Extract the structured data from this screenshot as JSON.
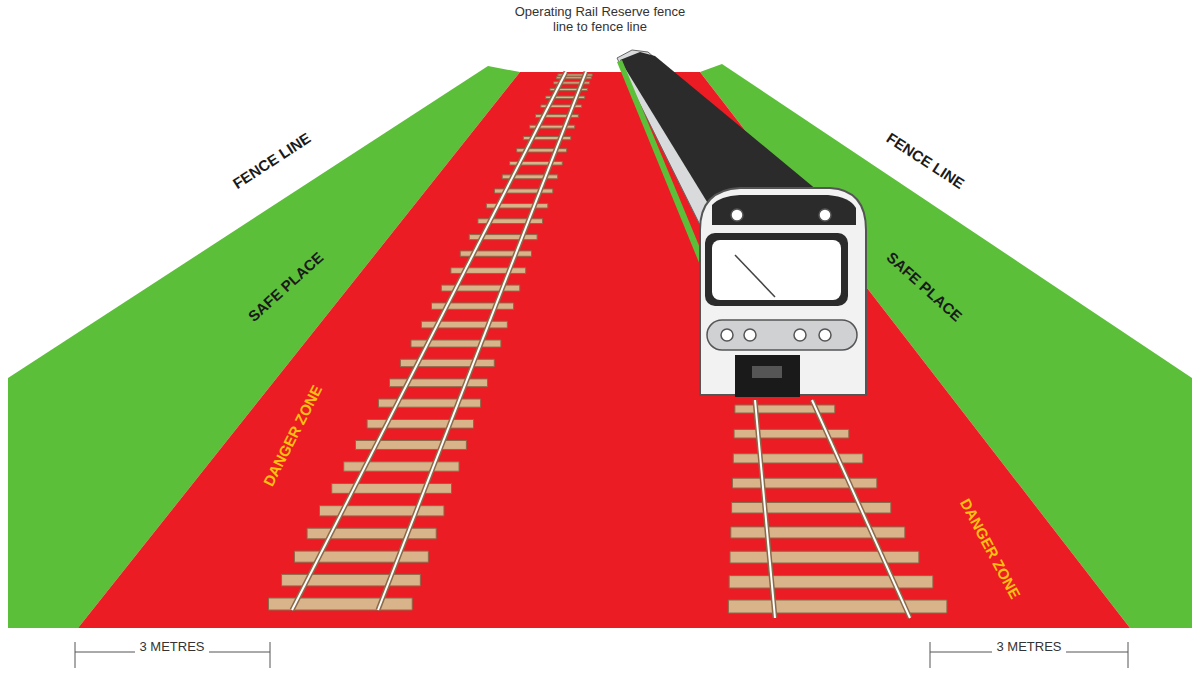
{
  "diagram": {
    "title": "Operating Rail Reserve fence line to fence line",
    "labels": [
      "FENCE LINE",
      "SAFE PLACE",
      "DANGER ZONE",
      "FENCE LINE",
      "SAFE PLACE",
      "DANGER ZONE",
      "3 METRES",
      "3 METRES"
    ]
  }
}
